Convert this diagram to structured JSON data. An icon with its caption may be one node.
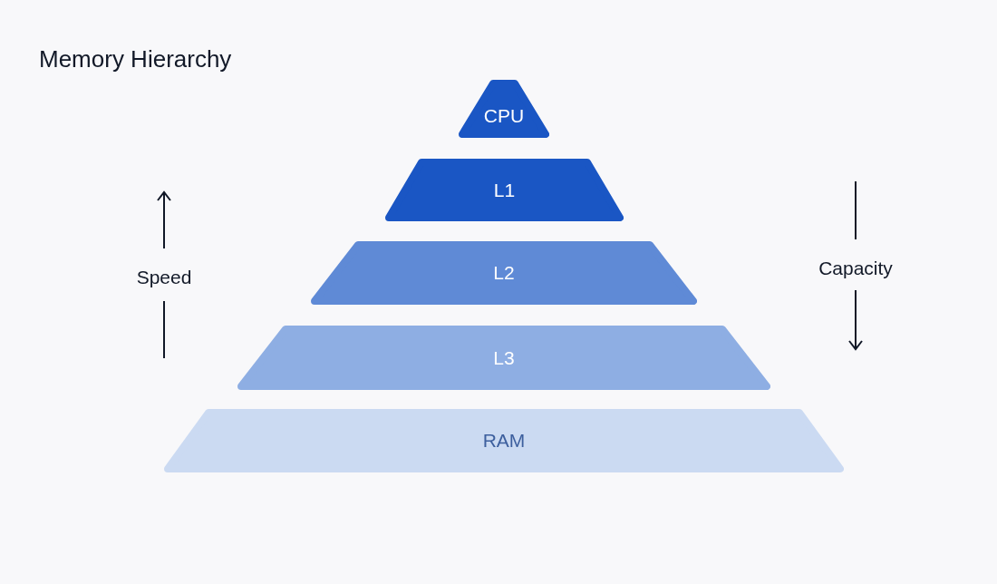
{
  "diagram": {
    "title": "Memory Hierarchy",
    "nodes": [
      {
        "text": [
          "CPU"
        ]
      },
      {
        "text": [
          "L1"
        ]
      },
      {
        "text": [
          "L2"
        ]
      },
      {
        "text": [
          "L3"
        ]
      },
      {
        "text": [
          "RAM"
        ]
      }
    ],
    "edges": [],
    "labels": [
      "Speed",
      "Capacity"
    ]
  }
}
